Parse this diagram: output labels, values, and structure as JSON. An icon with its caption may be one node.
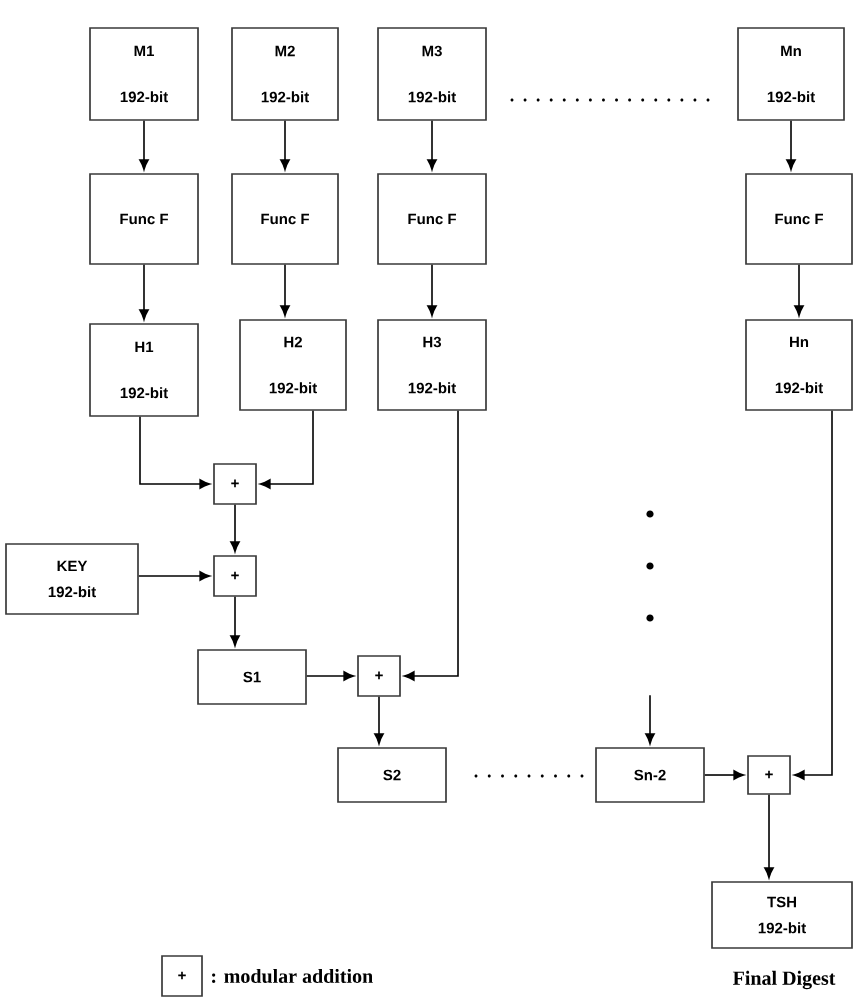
{
  "diagram": {
    "nodes": [
      {
        "text": [
          "M1",
          "192-bit"
        ]
      },
      {
        "text": [
          "M2",
          "192-bit"
        ]
      },
      {
        "text": [
          "M3",
          "192-bit"
        ]
      },
      {
        "text": [
          "Mn",
          "192-bit"
        ]
      },
      {
        "text": [
          "Func F"
        ]
      },
      {
        "text": [
          "Func F"
        ]
      },
      {
        "text": [
          "Func F"
        ]
      },
      {
        "text": [
          "Func F"
        ]
      },
      {
        "text": [
          "H1",
          "192-bit"
        ]
      },
      {
        "text": [
          "H2",
          "192-bit"
        ]
      },
      {
        "text": [
          "H3",
          "192-bit"
        ]
      },
      {
        "text": [
          "Hn",
          "192-bit"
        ]
      },
      {
        "text": [
          "+"
        ]
      },
      {
        "text": [
          "KEY",
          "192-bit"
        ]
      },
      {
        "text": [
          "+"
        ]
      },
      {
        "text": [
          "S1"
        ]
      },
      {
        "text": [
          "+"
        ]
      },
      {
        "text": [
          "S2"
        ]
      },
      {
        "text": [
          "Sn-2"
        ]
      },
      {
        "text": [
          "+"
        ]
      },
      {
        "text": [
          "TSH",
          "192-bit"
        ],
        "beside": [
          "Final Digest"
        ]
      },
      {
        "text": [
          "+"
        ],
        "beside": [
          ": modular addition"
        ]
      }
    ],
    "edges": [
      {
        "from": 0,
        "to": 4,
        "arrow": "to"
      },
      {
        "from": 1,
        "to": 5,
        "arrow": "to"
      },
      {
        "from": 2,
        "to": 6,
        "arrow": "to"
      },
      {
        "from": 3,
        "to": 7,
        "arrow": "to"
      },
      {
        "from": 4,
        "to": 8,
        "arrow": "to"
      },
      {
        "from": 5,
        "to": 9,
        "arrow": "to"
      },
      {
        "from": 6,
        "to": 10,
        "arrow": "to"
      },
      {
        "from": 7,
        "to": 11,
        "arrow": "to"
      },
      {
        "from": 8,
        "to": 12,
        "arrow": "to"
      },
      {
        "from": 9,
        "to": 12,
        "arrow": "to"
      },
      {
        "from": 12,
        "to": 14,
        "arrow": "to"
      },
      {
        "from": 13,
        "to": 14,
        "arrow": "to"
      },
      {
        "from": 14,
        "to": 15,
        "arrow": "to"
      },
      {
        "from": 15,
        "to": 16,
        "arrow": "to"
      },
      {
        "from": 10,
        "to": 16,
        "arrow": "to"
      },
      {
        "from": 16,
        "to": 17,
        "arrow": "to"
      },
      {
        "from": null,
        "to": 18,
        "arrow": "to"
      },
      {
        "from": 18,
        "to": 19,
        "arrow": "to"
      },
      {
        "from": 11,
        "to": 19,
        "arrow": "to"
      },
      {
        "from": 19,
        "to": 20,
        "arrow": "to"
      }
    ]
  }
}
